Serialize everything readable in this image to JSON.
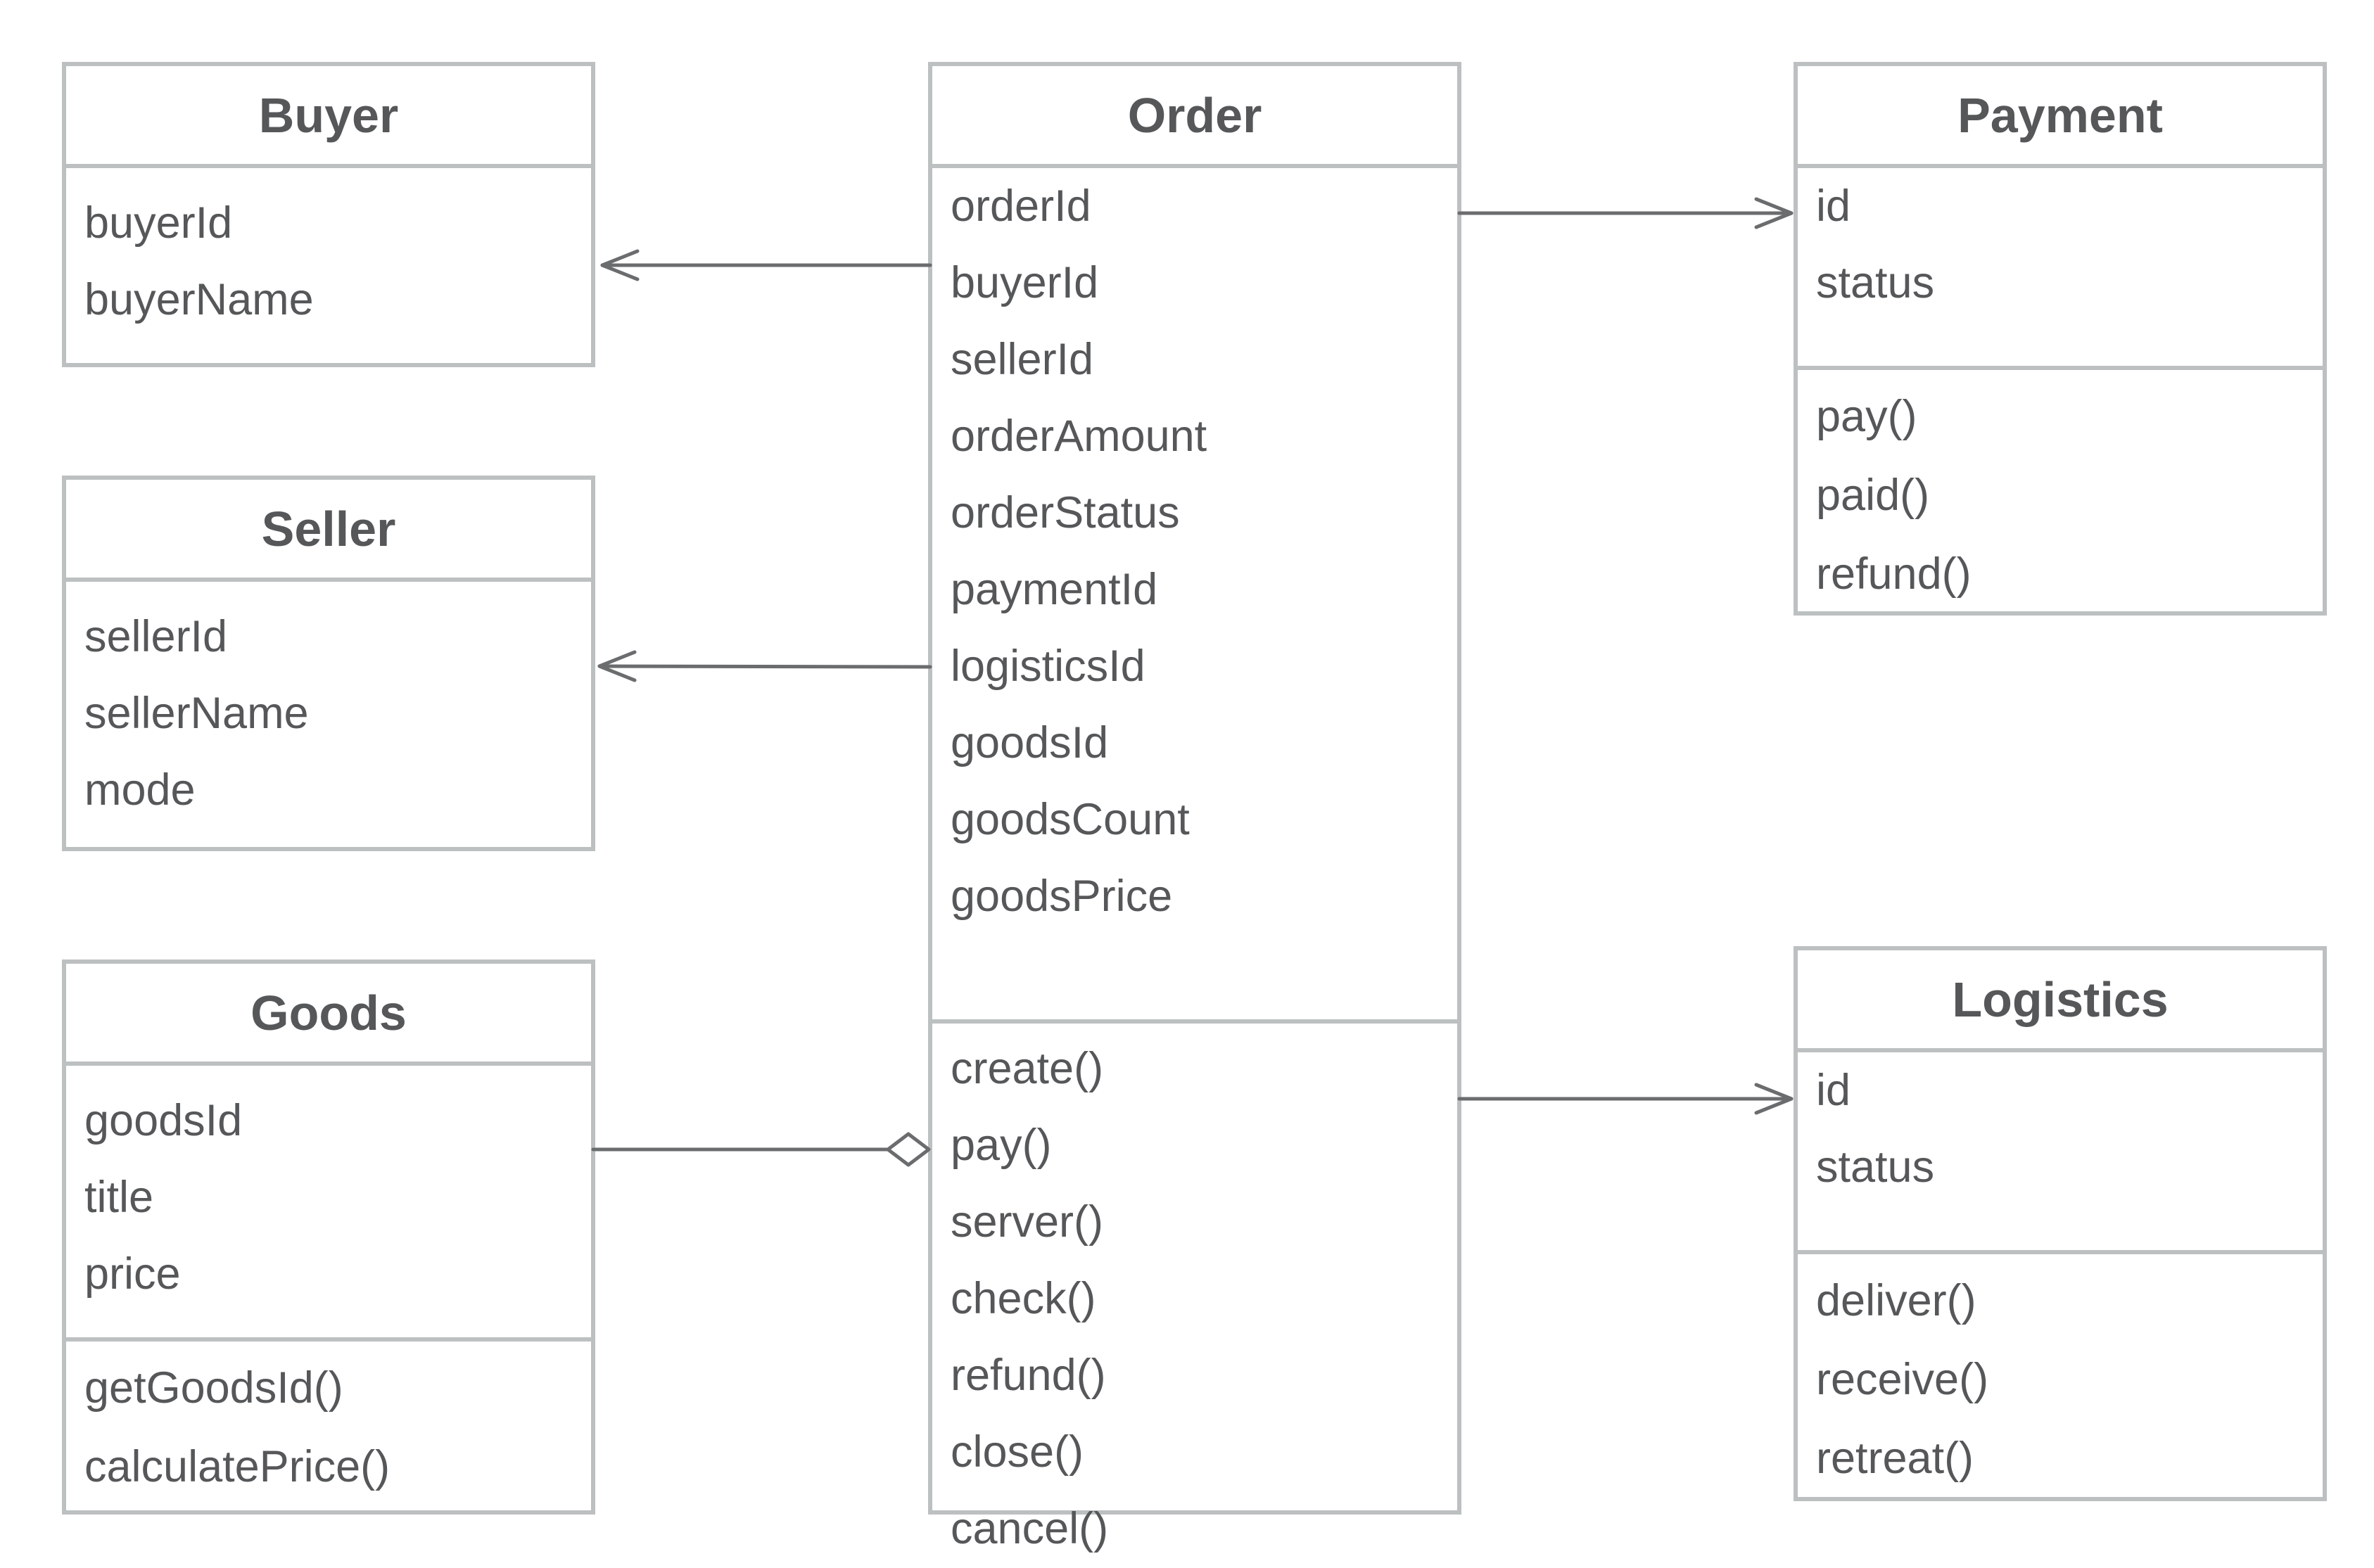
{
  "diagram": {
    "classes": {
      "buyer": {
        "name": "Buyer",
        "attributes": [
          "buyerId",
          "buyerName"
        ],
        "methods": []
      },
      "seller": {
        "name": "Seller",
        "attributes": [
          "sellerId",
          "sellerName",
          "mode"
        ],
        "methods": []
      },
      "goods": {
        "name": "Goods",
        "attributes": [
          "goodsId",
          "title",
          "price"
        ],
        "methods": [
          "getGoodsId()",
          "calculatePrice()"
        ]
      },
      "order": {
        "name": "Order",
        "attributes": [
          "orderId",
          "buyerId",
          "sellerId",
          "orderAmount",
          "orderStatus",
          "paymentId",
          "logisticsId",
          "goodsId",
          "goodsCount",
          "goodsPrice"
        ],
        "methods": [
          "create()",
          "pay()",
          "server()",
          "check()",
          "refund()",
          "close()",
          "cancel()"
        ]
      },
      "payment": {
        "name": "Payment",
        "attributes": [
          "id",
          "status"
        ],
        "methods": [
          "pay()",
          "paid()",
          "refund()"
        ]
      },
      "logistics": {
        "name": "Logistics",
        "attributes": [
          "id",
          "status"
        ],
        "methods": [
          "deliver()",
          "receive()",
          "retreat()"
        ]
      }
    },
    "relations": [
      {
        "from": "order",
        "to": "buyer",
        "type": "association"
      },
      {
        "from": "order",
        "to": "seller",
        "type": "association"
      },
      {
        "from": "order",
        "to": "payment",
        "type": "association"
      },
      {
        "from": "order",
        "to": "logistics",
        "type": "association"
      },
      {
        "from": "goods",
        "to": "order",
        "type": "aggregation"
      }
    ],
    "colors": {
      "border": "#bcc0c0",
      "text": "#555759",
      "connector": "#6a6c6e"
    }
  }
}
